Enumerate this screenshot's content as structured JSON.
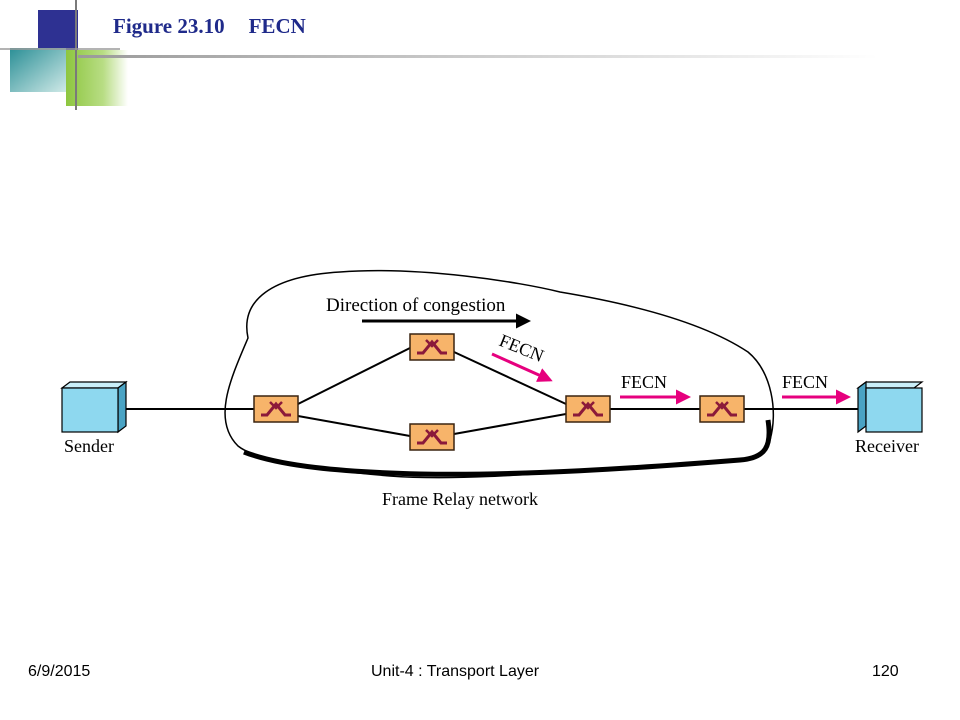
{
  "slide": {
    "figure_number": "Figure 23.10",
    "figure_title": "FECN"
  },
  "diagram": {
    "direction_label": "Direction of congestion",
    "fecn_label_1": "FECN",
    "fecn_label_2": "FECN",
    "fecn_label_3": "FECN",
    "sender_label": "Sender",
    "receiver_label": "Receiver",
    "network_label": "Frame Relay network"
  },
  "footer": {
    "date": "6/9/2015",
    "center": "Unit-4 : Transport Layer",
    "page_number": "120"
  },
  "colors": {
    "accent_blue": "#2e3192",
    "accent_green": "#8dc63f",
    "accent_teal": "#3a9a9a",
    "fecn_arrow": "#e6007e",
    "switch_fill": "#f7b46a",
    "switch_symbol": "#8b1a3a",
    "computer_fill": "#8ed8ef"
  }
}
